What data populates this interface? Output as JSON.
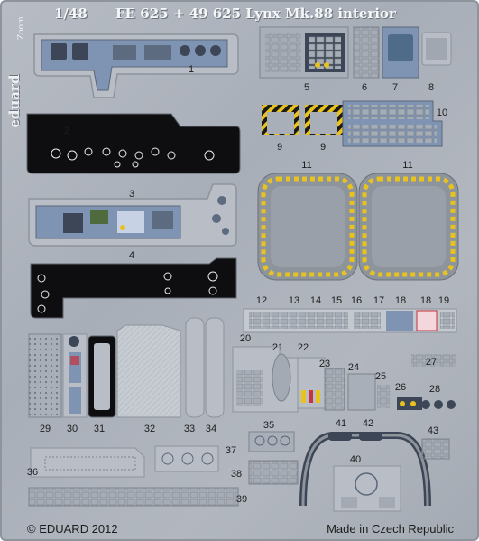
{
  "header": {
    "scale": "1/48",
    "title": "FE 625 + 49 625 Lynx Mk.88 interior"
  },
  "brand": {
    "name": "eduard",
    "logo_text": "Zoom"
  },
  "footer": {
    "copyright": "© EDUARD 2012",
    "origin": "Made in Czech Republic"
  },
  "part_numbers": [
    "1",
    "2",
    "3",
    "4",
    "5",
    "6",
    "7",
    "8",
    "9",
    "9",
    "10",
    "11",
    "11",
    "12",
    "13",
    "14",
    "15",
    "16",
    "17",
    "18",
    "18",
    "19",
    "20",
    "21",
    "22",
    "23",
    "24",
    "25",
    "26",
    "27",
    "28",
    "29",
    "30",
    "31",
    "32",
    "33",
    "34",
    "35",
    "36",
    "37",
    "38",
    "39",
    "40",
    "41",
    "42",
    "43"
  ],
  "colors": {
    "fret": "#b0b6be",
    "panel_black": "#0e0e10",
    "instrument_blue": "#7f94b2",
    "hazard_yellow": "#e8c21e",
    "warning_red": "#c8323c"
  }
}
